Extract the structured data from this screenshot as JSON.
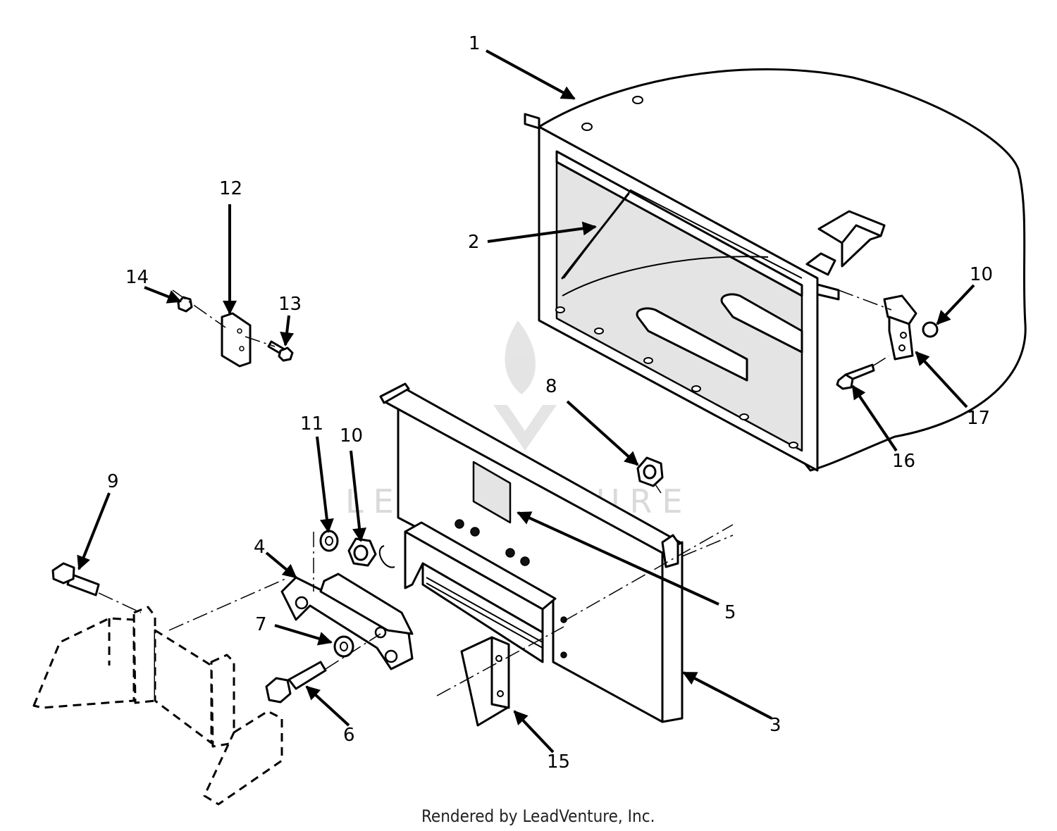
{
  "callouts": [
    {
      "id": "c1",
      "label": "1"
    },
    {
      "id": "c2",
      "label": "2"
    },
    {
      "id": "c3",
      "label": "3"
    },
    {
      "id": "c4",
      "label": "4"
    },
    {
      "id": "c5",
      "label": "5"
    },
    {
      "id": "c6",
      "label": "6"
    },
    {
      "id": "c7",
      "label": "7"
    },
    {
      "id": "c8",
      "label": "8"
    },
    {
      "id": "c9",
      "label": "9"
    },
    {
      "id": "c10a",
      "label": "10"
    },
    {
      "id": "c10b",
      "label": "10"
    },
    {
      "id": "c11",
      "label": "11"
    },
    {
      "id": "c12",
      "label": "12"
    },
    {
      "id": "c13",
      "label": "13"
    },
    {
      "id": "c14",
      "label": "14"
    },
    {
      "id": "c15",
      "label": "15"
    },
    {
      "id": "c16",
      "label": "16"
    },
    {
      "id": "c17",
      "label": "17"
    }
  ],
  "watermark": {
    "text": "LEADVENTURE"
  },
  "footer": {
    "credit": "Rendered by LeadVenture, Inc."
  }
}
